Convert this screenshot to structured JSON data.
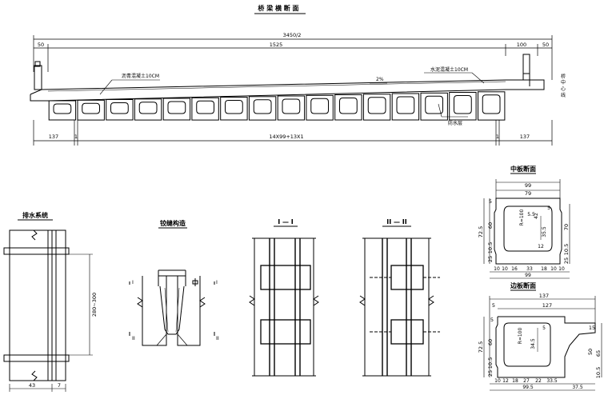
{
  "titles": {
    "main": "桥 梁 横 断 面",
    "drainage": "排水系统",
    "joint": "铰缝构造",
    "sec1": "I — I",
    "sec2": "II — II",
    "mid_panel": "中板断面",
    "edge_panel": "边板断面"
  },
  "main_section": {
    "dims_top": [
      "50",
      "3450/2",
      "1525",
      "100",
      "50"
    ],
    "dims_bottom": [
      "137",
      "1",
      "14X99+13X1",
      "1",
      "137"
    ],
    "labels": {
      "left_note": "沥青混凝土10CM",
      "right_note": "水泥混凝土10CM",
      "slope": "2%",
      "joint_note": "防水层",
      "centerline": "桥 中 心 线"
    },
    "box_count": 16
  },
  "drainage": {
    "dims": [
      "280~300",
      "43",
      "7"
    ]
  },
  "joint": {
    "marks": [
      "I",
      "I",
      "II",
      "II"
    ]
  },
  "mid_panel": {
    "top_dims": [
      "99",
      "79"
    ],
    "left_dims": [
      "5",
      "60",
      "72.5",
      "10.5",
      "25"
    ],
    "right_dims": [
      "70",
      "10.5",
      "25"
    ],
    "inner": [
      "R=100",
      "5.5",
      "42",
      "35.5",
      "5",
      "12"
    ],
    "bottom_dims": [
      "10",
      "10",
      "16",
      "33",
      "18",
      "10",
      "10",
      "99"
    ]
  },
  "edge_panel": {
    "top_dims": [
      "137",
      "127",
      "5"
    ],
    "left_dims": [
      "5",
      "60",
      "72.5",
      "10.5",
      "25"
    ],
    "right_dims": [
      "15",
      "50",
      "65",
      "10.5"
    ],
    "inner": [
      "R=100",
      "34.5",
      "5"
    ],
    "bottom_dims": [
      "10",
      "12",
      "18",
      "27",
      "22",
      "33.5",
      "99.5",
      "37.5"
    ]
  }
}
